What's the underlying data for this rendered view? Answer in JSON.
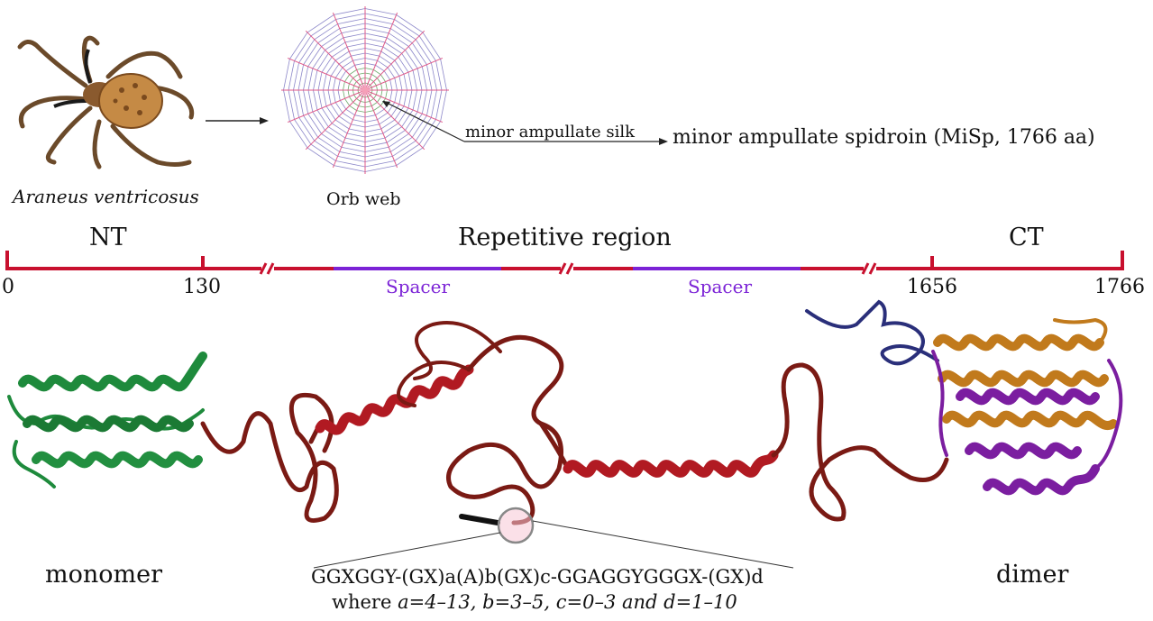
{
  "top": {
    "species": "Araneus ventricosus",
    "orb_web": "Orb web",
    "silk_type": "minor ampullate silk",
    "protein": "minor ampullate spidroin (MiSp, 1766 aa)"
  },
  "domain_bar": {
    "regions": {
      "nt": "NT",
      "repetitive": "Repetitive region",
      "ct": "CT"
    },
    "positions": [
      "0",
      "130",
      "1656",
      "1766"
    ],
    "spacers": [
      "Spacer",
      "Spacer"
    ],
    "bar_color": "#c8102e",
    "spacer_color": "#7b22d6"
  },
  "structure": {
    "monomer": "monomer",
    "dimer": "dimer",
    "nt_color": "#1e8a3c",
    "coil_color": "#7a1a14",
    "helix_color": "#b11a22",
    "ct_colors": [
      "#c17a1c",
      "#7b1ea0",
      "#2a2f7a"
    ]
  },
  "motif": {
    "sequence": "GGXGGY-(GX)a(A)b(GX)c-GGAGGYGGGX-(GX)d",
    "where_prefix": "where ",
    "where_params": "a=4–13, b=3–5, c=0–3 and d=1–10"
  }
}
